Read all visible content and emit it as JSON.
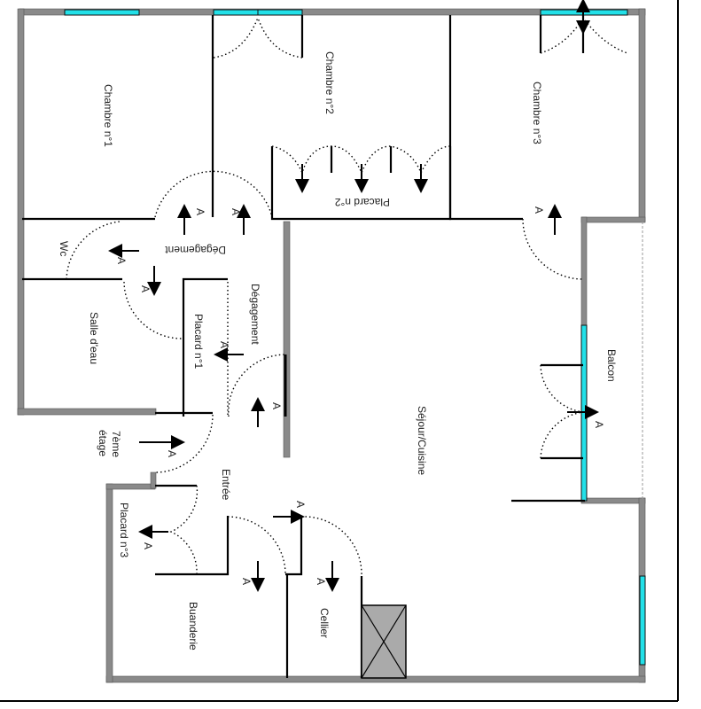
{
  "rooms": {
    "chambre1": "Chambre n°1",
    "chambre2": "Chambre n°2",
    "chambre3": "Chambre n°3",
    "placard2": "Placard n°2",
    "degagement_h": "Dégagement",
    "degagement_v": "Dégagement",
    "wc": "Wc",
    "salle_eau": "Salle d'eau",
    "placard1": "Placard n°1",
    "etage_line1": "7ème",
    "etage_line2": "étage",
    "entree": "Entrée",
    "placard3": "Placard n°3",
    "buanderie": "Buanderie",
    "cellier": "Cellier",
    "sejour": "Séjour/Cuisine",
    "balcon": "Balcon"
  },
  "door_marker": "A",
  "colors": {
    "window": "#22e0e8",
    "wall": "#8a8a8a"
  }
}
